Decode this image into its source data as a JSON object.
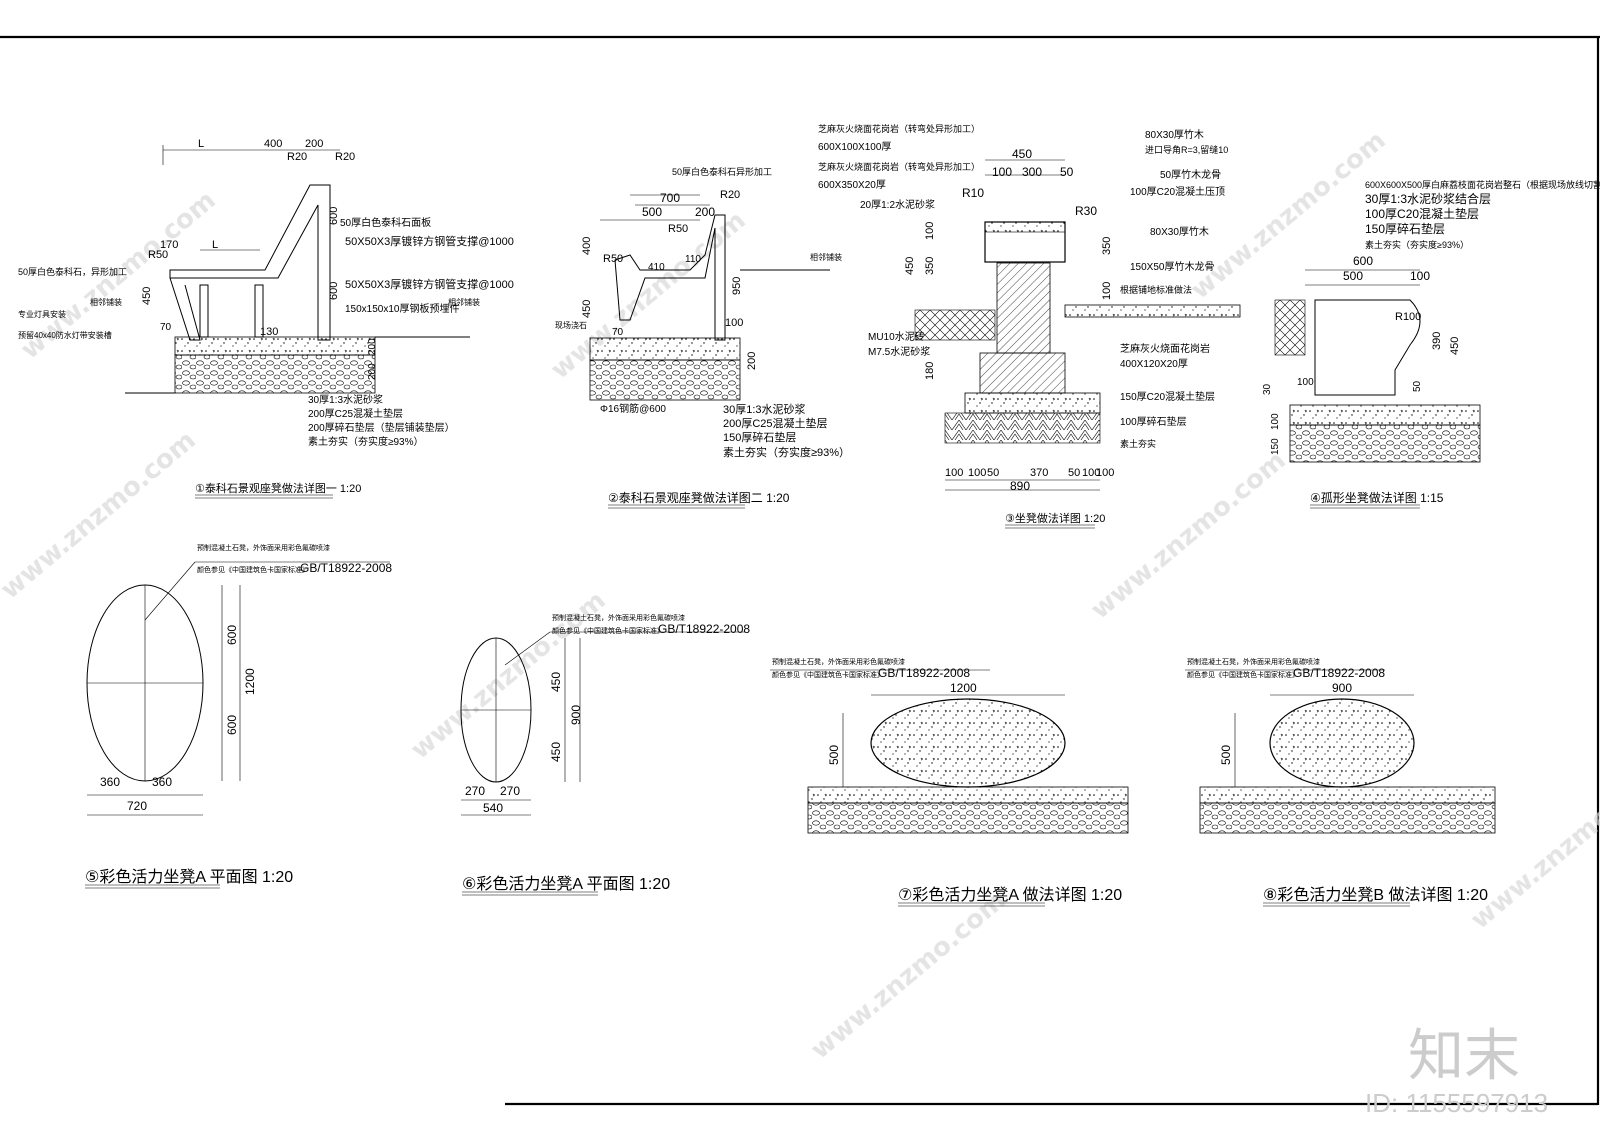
{
  "brand": {
    "logo_text": "知末",
    "id_text": "ID: 1155597913",
    "watermark": "www.znzmo.com"
  },
  "details": [
    {
      "title": "①泰科石景观座凳做法详图一 1:20",
      "labels": [
        "50厚白色泰科石面板",
        "50X50X3厚镀锌方钢管支撑@1000",
        "50X50X3厚镀锌方钢管支撑@1000",
        "150x150x10厚钢板预埋件",
        "50厚白色泰科石，异形加工",
        "专业灯具安装",
        "预留40x40防水灯带安装槽",
        "相邻铺装",
        "相邻铺装"
      ],
      "dims": [
        "L",
        "400",
        "200",
        "R20",
        "R20",
        "170",
        "L",
        "600",
        "R50",
        "450",
        "70",
        "130",
        "200",
        "200",
        "600"
      ],
      "layers": [
        "30厚1:3水泥砂浆",
        "200厚C25混凝土垫层",
        "200厚碎石垫层（垫层铺装垫层）",
        "素土夯实（夯实度≥93%）"
      ]
    },
    {
      "title": "②泰科石景观座凳做法详图二 1:20",
      "labels": [
        "50厚白色泰科石异形加工",
        "相邻铺装",
        "现场浇石",
        "Φ16钢筋@600"
      ],
      "dims": [
        "700",
        "500",
        "200",
        "R50",
        "R50",
        "R20",
        "110",
        "410",
        "400",
        "450",
        "70",
        "950",
        "100",
        "200"
      ],
      "layers": [
        "30厚1:3水泥砂浆",
        "200厚C25混凝土垫层",
        "150厚碎石垫层",
        "素土夯实（夯实度≥93%）"
      ]
    },
    {
      "title": "③坐凳做法详图 1:20",
      "labels": [
        "芝麻灰火烧面花岗岩（转弯处异形加工）",
        "600X100X100厚",
        "芝麻灰火烧面花岗岩（转弯处异形加工）",
        "600X350X20厚",
        "20厚1:2水泥砂浆",
        "MU10水泥砖",
        "M7.5水泥砂浆",
        "80X30厚竹木",
        "进口导角R=3,留缝10",
        "50厚竹木龙骨",
        "100厚C20混凝土压顶",
        "80X30厚竹木",
        "150X50厚竹木龙骨",
        "根据铺地标准做法",
        "芝麻灰火烧面花岗岩",
        "400X120X20厚",
        "150厚C20混凝土垫层",
        "100厚碎石垫层",
        "素土夯实"
      ],
      "dims": [
        "450",
        "100",
        "300",
        "50",
        "R10",
        "R30",
        "100",
        "350",
        "450",
        "350",
        "100",
        "180",
        "890",
        "100",
        "100",
        "50",
        "370",
        "50",
        "100",
        "100"
      ]
    },
    {
      "title": "④孤形坐凳做法详图 1:15",
      "labels": [
        "600X600X500厚白麻荔枝面花岗岩整石（根据现场放线切割）",
        "30厚1:3水泥砂浆结合层",
        "100厚C20混凝土垫层",
        "150厚碎石垫层",
        "素土夯实（夯实度≥93%）"
      ],
      "dims": [
        "600",
        "500",
        "100",
        "R100",
        "390",
        "450",
        "100",
        "50",
        "30",
        "150",
        "100"
      ]
    },
    {
      "title": "⑤彩色活力坐凳A 平面图 1:20",
      "labels": [
        "预制混凝土石凳，外饰面采用彩色氟碳喷漆",
        "颜色参见《中国建筑色卡国家标准》",
        "GB/T18922-2008"
      ],
      "dims": [
        "600",
        "600",
        "1200",
        "360",
        "360",
        "720"
      ]
    },
    {
      "title": "⑥彩色活力坐凳A 平面图 1:20",
      "labels": [
        "预制混凝土石凳，外饰面采用彩色氟碳喷漆",
        "颜色参见《中国建筑色卡国家标准》",
        "GB/T18922-2008"
      ],
      "dims": [
        "450",
        "450",
        "900",
        "270",
        "270",
        "540"
      ]
    },
    {
      "title": "⑦彩色活力坐凳A 做法详图 1:20",
      "labels": [
        "预制混凝土石凳，外饰面采用彩色氟碳喷漆",
        "颜色参见《中国建筑色卡国家标准》",
        "GB/T18922-2008"
      ],
      "dims": [
        "1200",
        "500"
      ]
    },
    {
      "title": "⑧彩色活力坐凳B 做法详图 1:20",
      "labels": [
        "预制混凝土石凳，外饰面采用彩色氟碳喷漆",
        "颜色参见《中国建筑色卡国家标准》",
        "GB/T18922-2008"
      ],
      "dims": [
        "900",
        "500"
      ]
    }
  ]
}
